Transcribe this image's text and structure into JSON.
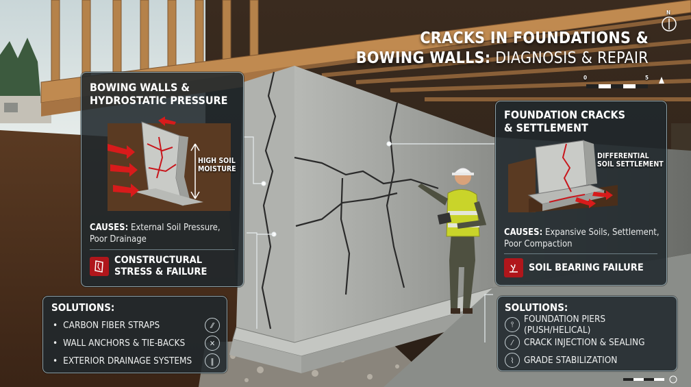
{
  "title": {
    "line1": "CRACKS IN FOUNDATIONS &",
    "line2_bold": "BOWING WALLS:",
    "line2_light": " DIAGNOSIS & REPAIR"
  },
  "scale": {
    "start": "0",
    "end": "5"
  },
  "compass": "N",
  "left_panel": {
    "heading_line1": "BOWING WALLS &",
    "heading_line2": "HYDROSTATIC PRESSURE",
    "diagram_label_line1": "HIGH SOIL",
    "diagram_label_line2": "MOISTURE",
    "causes_label": "CAUSES:",
    "causes_text": " External Soil Pressure,",
    "causes_text2": "Poor Drainage",
    "failure_line1": "CONSTRUCTURAL",
    "failure_line2": "STRESS & FAILURE"
  },
  "right_panel": {
    "heading_line1": "FOUNDATION CRACKS",
    "heading_line2": "& SETTLEMENT",
    "diagram_label_line1": "DIFFERENTIAL",
    "diagram_label_line2": "SOIL SETTLEMENT",
    "causes_label": "CAUSES:",
    "causes_text": " Expansive Soils, Settlement,",
    "causes_text2": "Poor Compaction",
    "failure": "SOIL BEARING FAILURE"
  },
  "left_solutions": {
    "heading": "SOLUTIONS:",
    "items": [
      {
        "label": "CARBON FIBER STRAPS",
        "icon": "strap-icon"
      },
      {
        "label": "WALL ANCHORS & TIE-BACKS",
        "icon": "anchor-icon"
      },
      {
        "label": "EXTERIOR DRAINAGE SYSTEMS",
        "icon": "drain-pipe-icon"
      }
    ]
  },
  "right_solutions": {
    "heading": "SOLUTIONS:",
    "items": [
      {
        "label": "FOUNDATION PIERS (PUSH/HELICAL)",
        "icon": "pier-icon"
      },
      {
        "label": "CRACK INJECTION & SEALING",
        "icon": "injection-icon"
      },
      {
        "label": "GRADE STABILIZATION",
        "icon": "grade-icon"
      }
    ]
  },
  "colors": {
    "accent_red": "#c8161c",
    "panel_border": "#8fa3aa",
    "concrete": "#9a9c98",
    "wood": "#b5824a"
  }
}
